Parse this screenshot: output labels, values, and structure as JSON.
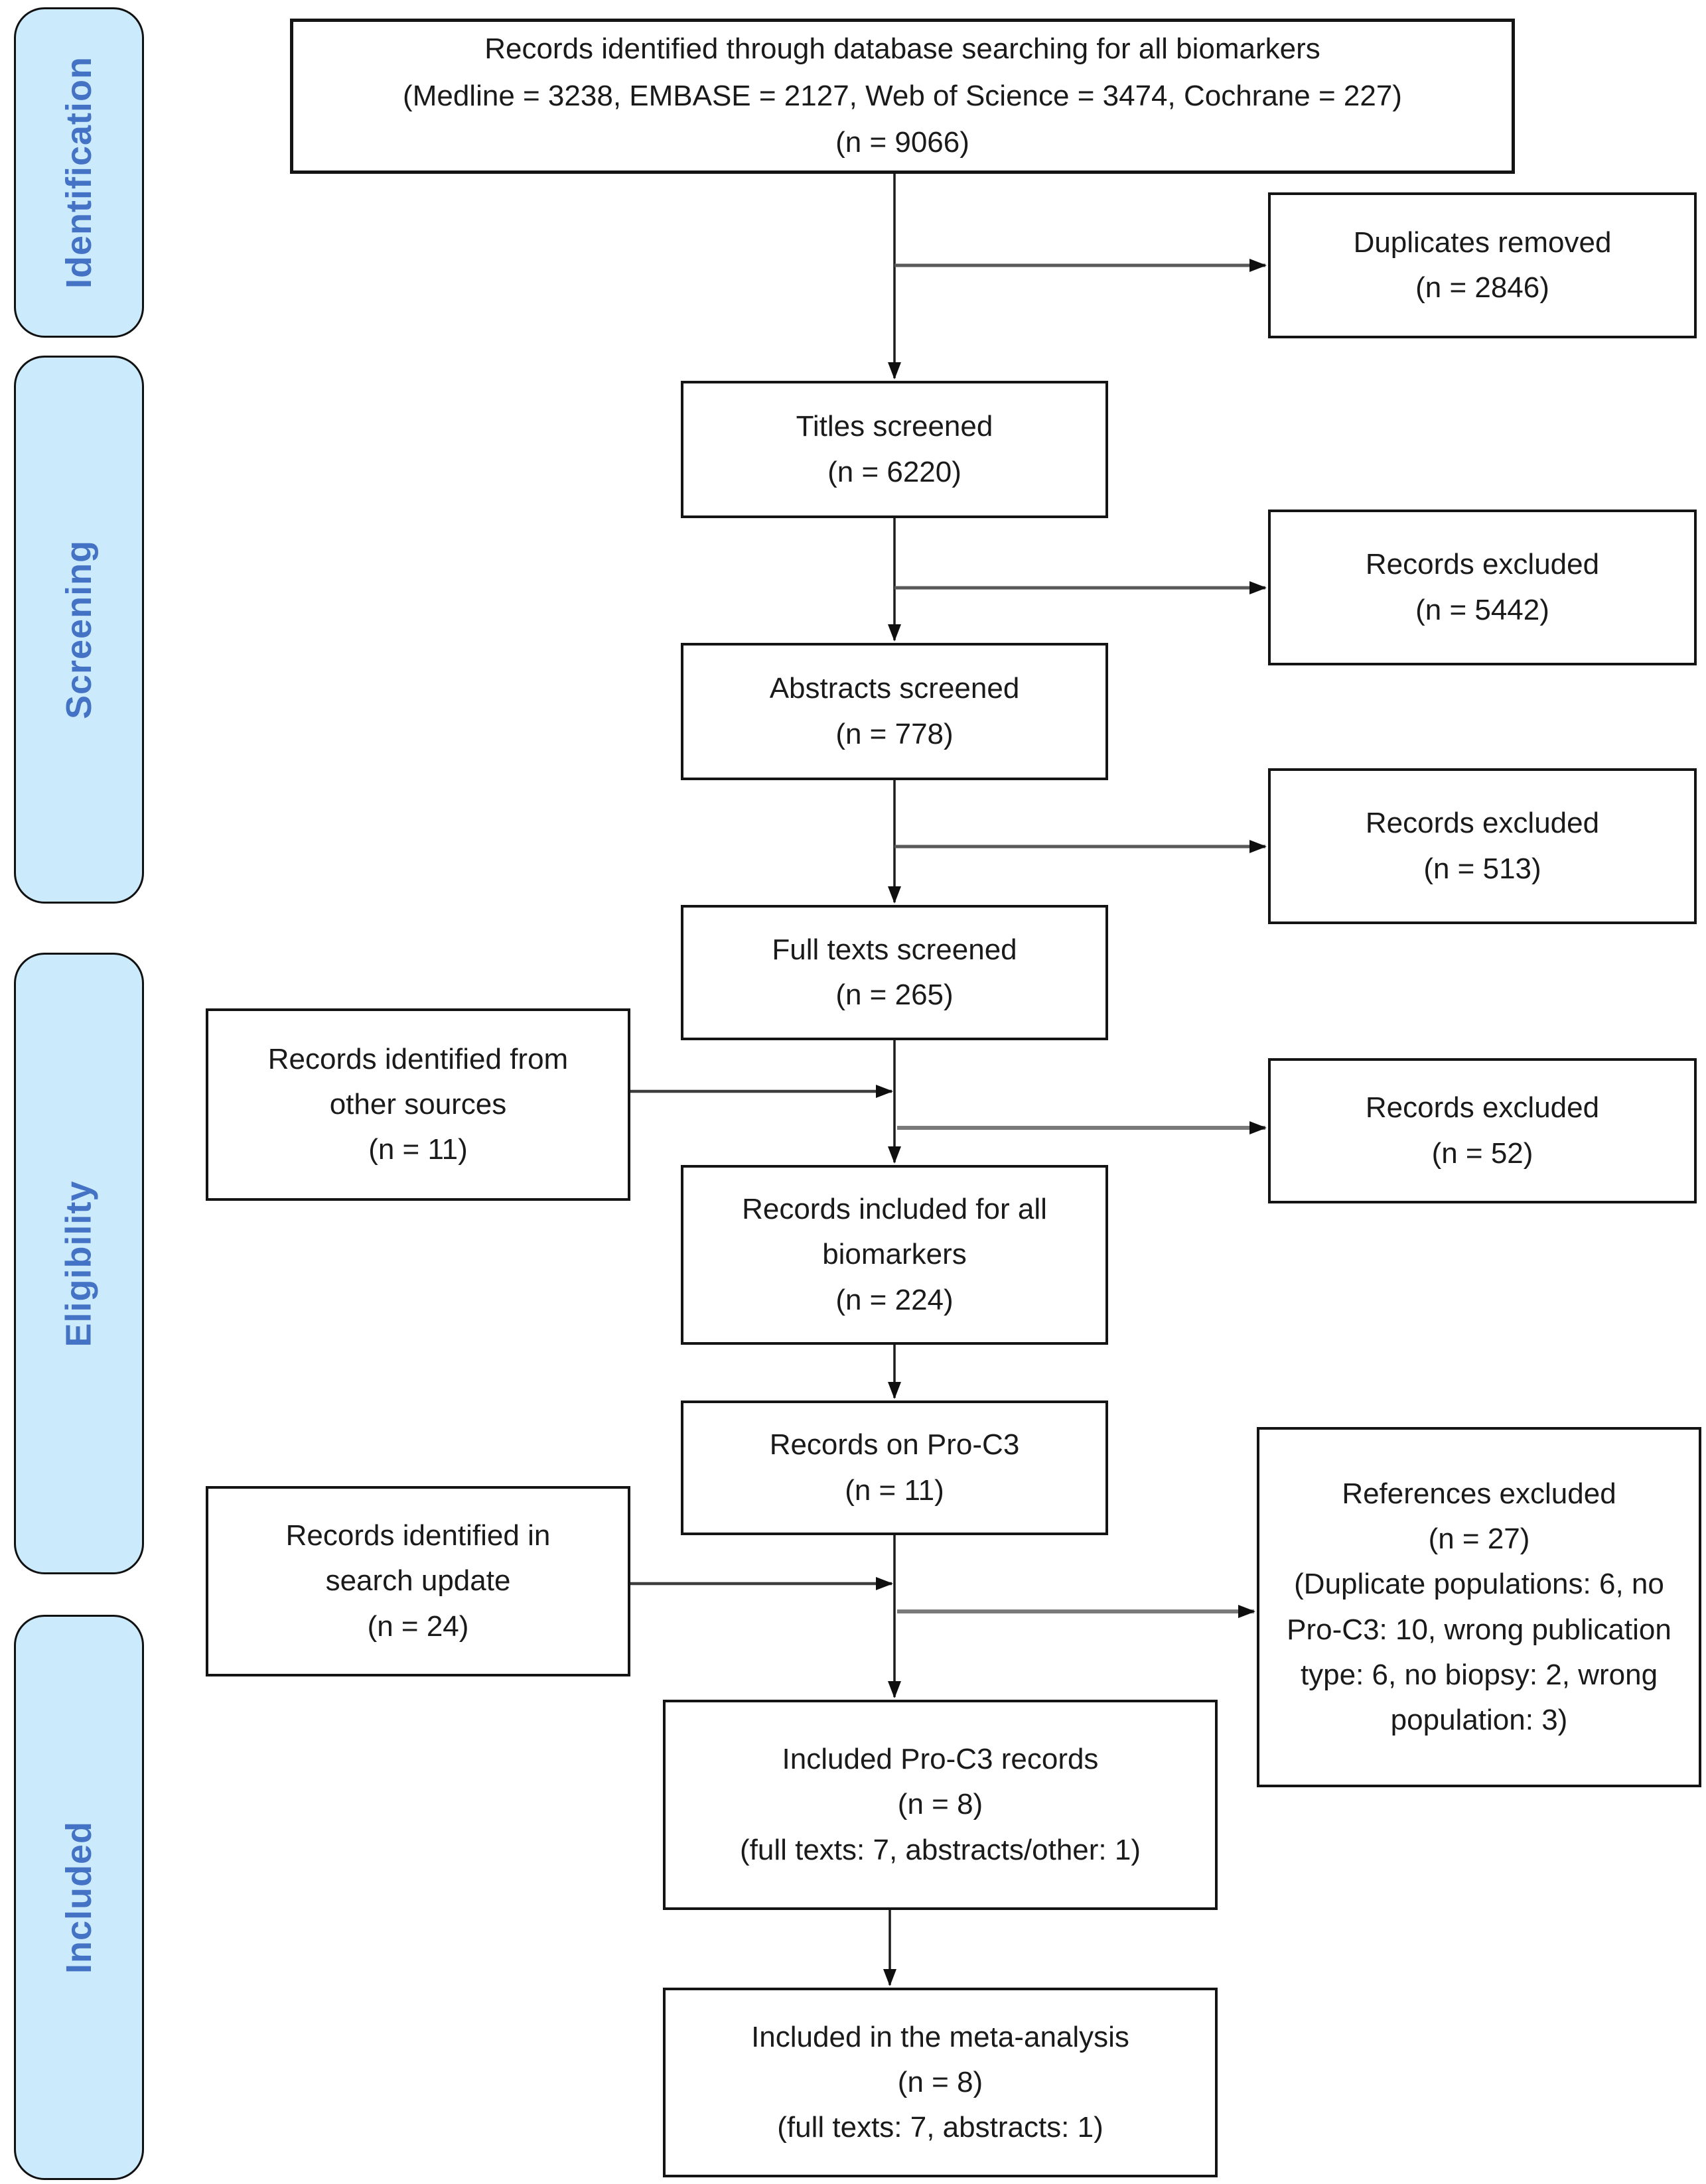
{
  "stages": [
    {
      "label": "Identification"
    },
    {
      "label": "Screening"
    },
    {
      "label": "Eligibility"
    },
    {
      "label": "Included"
    }
  ],
  "boxes": {
    "db_search": {
      "lines": [
        "Records identified through database searching for all biomarkers",
        "(Medline = 3238, EMBASE = 2127, Web of Science = 3474, Cochrane = 227)",
        "(n = 9066)"
      ]
    },
    "duplicates": {
      "lines": [
        "Duplicates removed",
        "(n = 2846)"
      ]
    },
    "titles": {
      "lines": [
        "Titles screened",
        "(n = 6220)"
      ]
    },
    "excl_titles": {
      "lines": [
        "Records excluded",
        "(n = 5442)"
      ]
    },
    "abstracts": {
      "lines": [
        "Abstracts screened",
        "(n = 778)"
      ]
    },
    "excl_abstracts": {
      "lines": [
        "Records excluded",
        "(n = 513)"
      ]
    },
    "fulltexts": {
      "lines": [
        "Full texts screened",
        "(n = 265)"
      ]
    },
    "other_sources": {
      "lines": [
        "Records identified from",
        "other sources",
        "(n = 11)"
      ]
    },
    "excl_fulltexts": {
      "lines": [
        "Records excluded",
        "(n = 52)"
      ]
    },
    "included_all": {
      "lines": [
        "Records included for all",
        "biomarkers",
        "(n = 224)"
      ]
    },
    "proc3": {
      "lines": [
        "Records on Pro-C3",
        "(n = 11)"
      ]
    },
    "search_update": {
      "lines": [
        "Records identified in",
        "search update",
        "(n = 24)"
      ]
    },
    "refs_excluded": {
      "lines": [
        "References excluded",
        "(n = 27)",
        "(Duplicate populations: 6, no",
        "Pro-C3: 10, wrong publication",
        "type: 6, no biopsy: 2, wrong",
        "population: 3)"
      ]
    },
    "included_proc3": {
      "lines": [
        "Included Pro-C3 records",
        "(n = 8)",
        "(full texts: 7, abstracts/other: 1)"
      ]
    },
    "meta": {
      "lines": [
        "Included in the meta-analysis",
        "(n = 8)",
        "(full texts: 7, abstracts: 1)"
      ]
    }
  },
  "colors": {
    "stage_fill": "#CBEAFB",
    "stage_text": "#4472C4",
    "box_border": "#141414",
    "vertical_line": "#1c1c1c",
    "horizontal_line": "#7a7a7a",
    "arrowhead": "#0f0f0f"
  }
}
